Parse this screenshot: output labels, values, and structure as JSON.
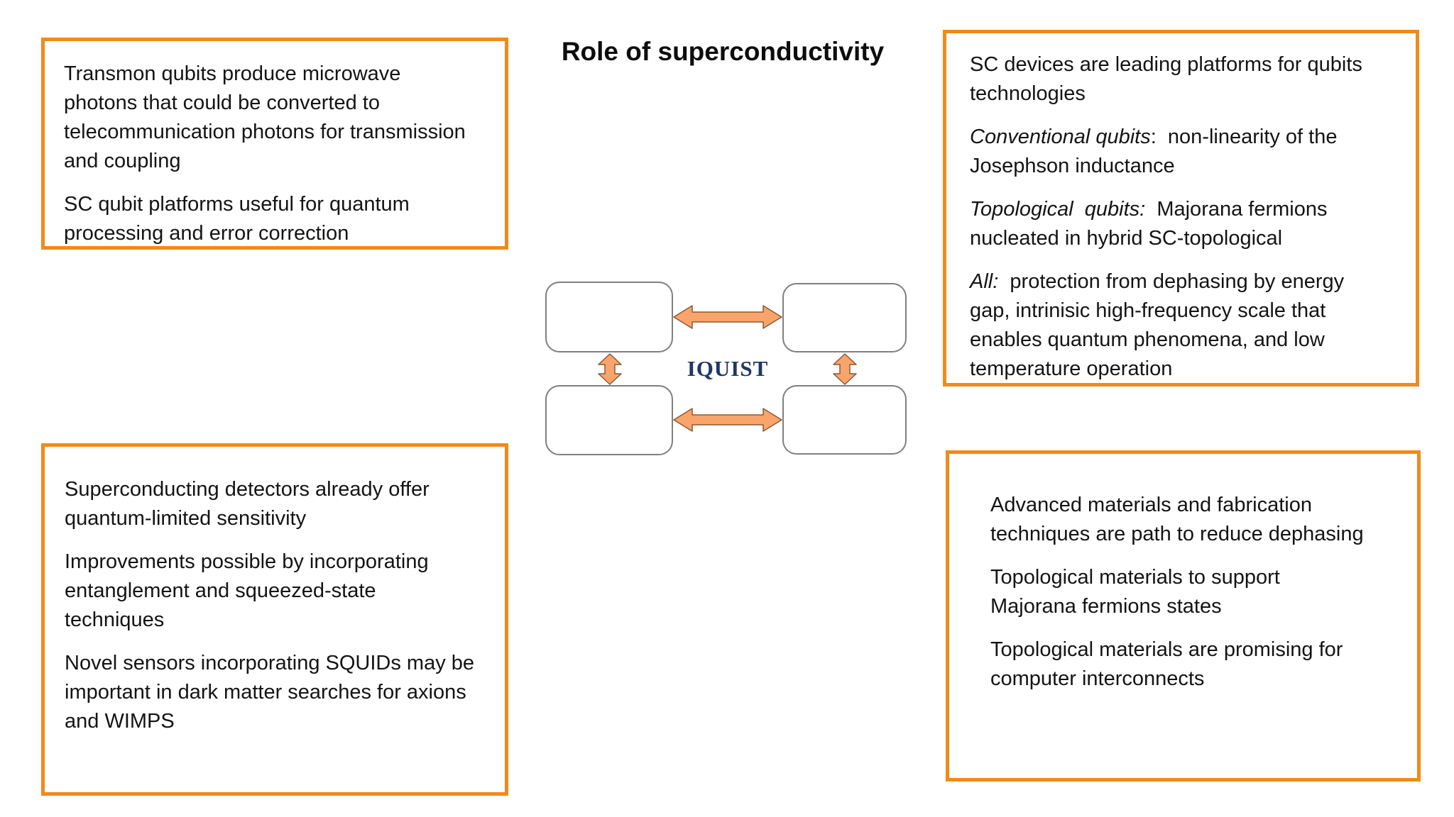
{
  "title": "Role of superconductivity",
  "colors": {
    "callout_border": "#F08A1C",
    "arrow_fill": "#F9A46B",
    "arrow_outline": "#8A5A32",
    "node_border": "#7F7F7F",
    "hub_label_color": "#1F3864",
    "background": "#FFFFFF",
    "text": "#141414"
  },
  "boxes": {
    "top_left": {
      "paragraphs": [
        "Transmon qubits produce microwave\nphotons that could be converted to\ntelecommunication photons for transmission\nand coupling",
        "SC qubit platforms useful for quantum\nprocessing and error correction"
      ]
    },
    "top_right": {
      "paragraphs": [
        "SC devices are leading platforms for qubits\ntechnologies",
        {
          "lead": "Conventional qubits",
          "rest": ":  non-linearity of the\nJosephson inductance"
        },
        {
          "lead": "Topological  qubits:",
          "rest": "  Majorana fermions\nnucleated in hybrid SC-topological"
        },
        {
          "lead": "All:",
          "rest": "  protection from dephasing by energy\ngap, intrinisic high-frequency scale that\nenables quantum phenomena, and low\ntemperature operation"
        }
      ]
    },
    "bottom_left": {
      "paragraphs": [
        "Superconducting detectors already offer\nquantum-limited sensitivity",
        "Improvements possible by incorporating\nentanglement and squeezed-state\ntechniques",
        "Novel sensors incorporating SQUIDs may be\nimportant in dark matter searches for axions\nand WIMPS"
      ]
    },
    "bottom_right": {
      "paragraphs": [
        "Advanced materials and fabrication\ntechniques are path to reduce dephasing",
        "Topological materials to support\nMajorana fermions states",
        "Topological materials are promising for\ncomputer interconnects"
      ]
    }
  },
  "diagram": {
    "hub_label": "IQUIST",
    "node_count": 4,
    "connections": [
      "top-left to top-right",
      "bottom-left to bottom-right",
      "top-left to bottom-left",
      "top-right to bottom-right"
    ]
  }
}
